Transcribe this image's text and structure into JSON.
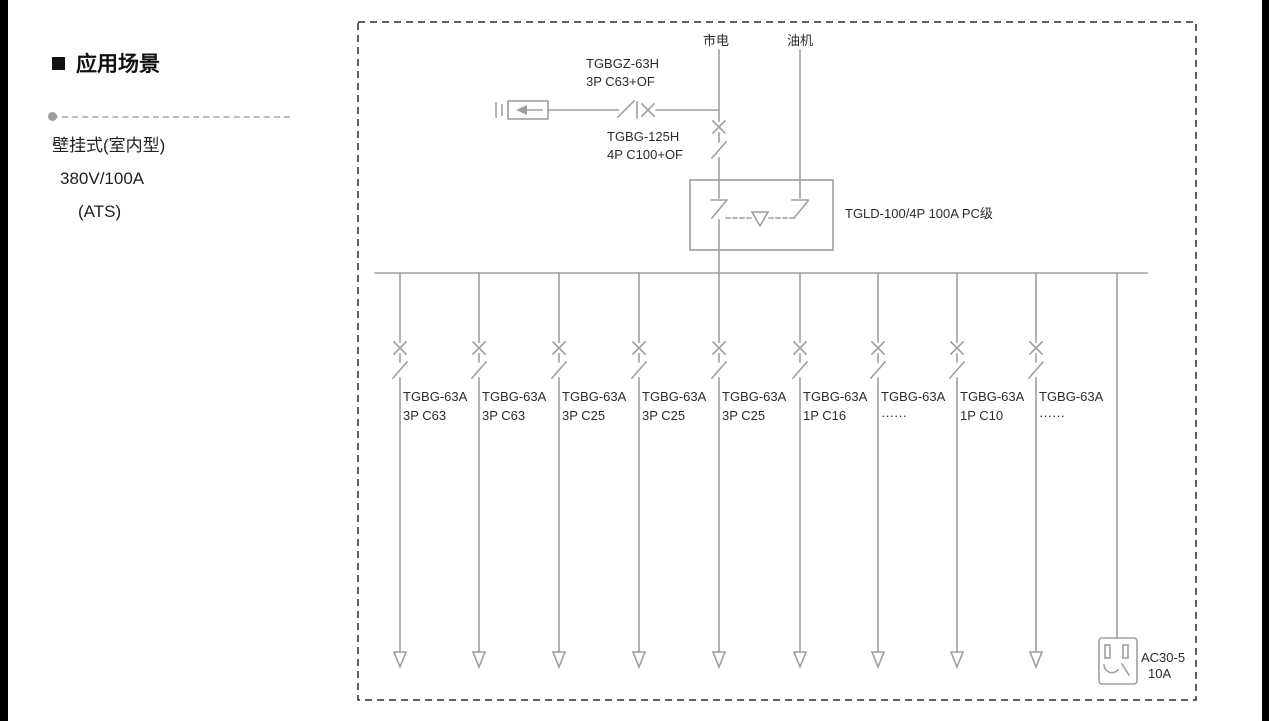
{
  "page": {
    "heading": "应用场景",
    "subtitle_lines": [
      "壁挂式(室内型)",
      "380V/100A",
      "(ATS)"
    ]
  },
  "diagram": {
    "source_mains_label": "市电",
    "source_generator_label": "油机",
    "branch_breaker": {
      "model": "TGBGZ-63H",
      "spec": "3P C63+OF"
    },
    "main_breaker": {
      "model": "TGBG-125H",
      "spec": "4P C100+OF"
    },
    "ats_label": "TGLD-100/4P 100A PC级",
    "feeders": [
      {
        "model": "TGBG-63A",
        "spec": "3P C63"
      },
      {
        "model": "TGBG-63A",
        "spec": "3P C63"
      },
      {
        "model": "TGBG-63A",
        "spec": "3P C25"
      },
      {
        "model": "TGBG-63A",
        "spec": "3P C25"
      },
      {
        "model": "TGBG-63A",
        "spec": "3P C25"
      },
      {
        "model": "TGBG-63A",
        "spec": "1P C16"
      },
      {
        "model": "TGBG-63A",
        "spec": "······"
      },
      {
        "model": "TGBG-63A",
        "spec": "1P C10"
      },
      {
        "model": "TGBG-63A",
        "spec": "······"
      }
    ],
    "socket": {
      "model": "AC30-5",
      "rating": "10A"
    },
    "colors": {
      "line": "#9aa0a6",
      "text": "#2b2b2b",
      "border": "#2a2a2a"
    }
  }
}
